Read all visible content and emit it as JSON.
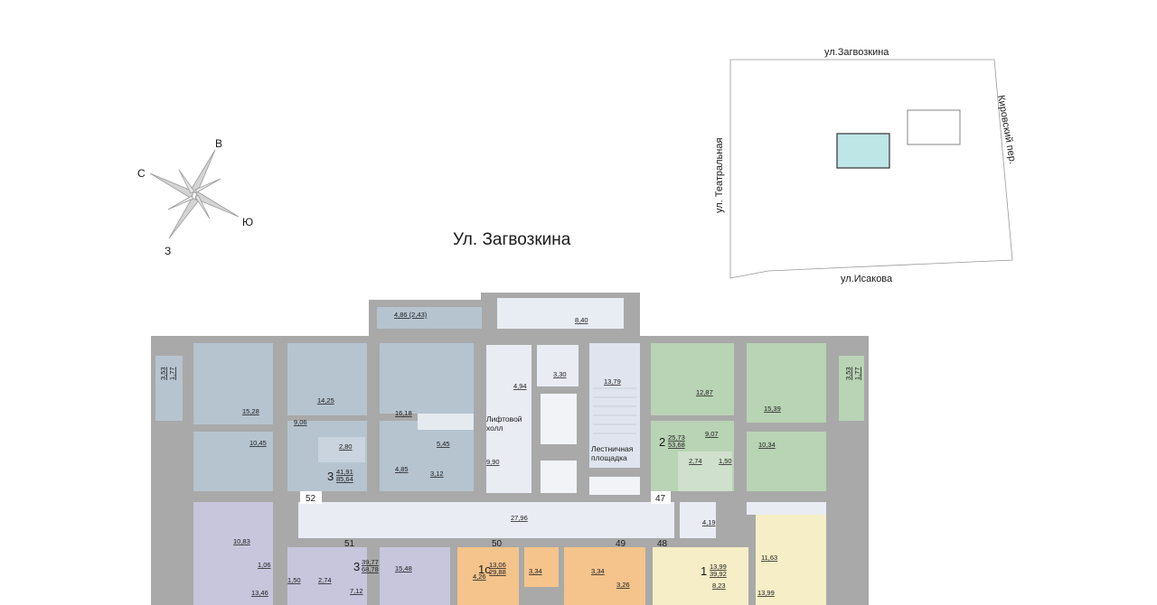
{
  "colors": {
    "wall": "#a9a9a9",
    "apt_blue": "#b6c4d0",
    "apt_green": "#b9d3b5",
    "apt_purple": "#c7c6dd",
    "apt_orange": "#f4c48c",
    "apt_yellow": "#f6eec6",
    "corridor": "#eaecf4",
    "staircase": "#dfe4ee",
    "building_marker": "#bfe6e6"
  },
  "compass": {
    "north": "С",
    "east": "В",
    "south": "Ю",
    "west": "З"
  },
  "main_street": "Ул. Загвозкина",
  "site_plan": {
    "street_top": "ул.Загвозкина",
    "street_left": "ул. Театральная",
    "street_right": "Кировский пер.",
    "street_bottom": "ул.Исакова"
  },
  "rooms": {
    "balcony_top_left": "4,86 (2,43)",
    "balcony_top_right": "8,40",
    "loggia_left_a": "3,53",
    "loggia_left_b": "1,77",
    "loggia_right_a": "3,53",
    "loggia_right_b": "1,77",
    "r1": "15,28",
    "r2": "10,45",
    "r3": "14,25",
    "r4": "9,06",
    "r5": "2,80",
    "r6": "16,18",
    "r7": "5,45",
    "r8": "4,85",
    "r9": "3,12",
    "r10": "4,94",
    "r11": "3,30",
    "r12": "13,79",
    "r13": "9,90",
    "r14": "12,87",
    "r15": "9,07",
    "r16": "15,39",
    "r17": "10,34",
    "r18": "2,74",
    "r19": "1,50",
    "r20": "27,96",
    "r21": "4,19",
    "r22": "11,63",
    "r23": "10,83",
    "r24": "1,06",
    "r25": "13,46",
    "r26": "1,50",
    "r27": "2,74",
    "r28": "7,12",
    "r29": "15,48",
    "r30": "4,26",
    "r31": "3,34",
    "r32": "3,34",
    "r33": "3,26",
    "r34": "8,23",
    "r35": "13,99"
  },
  "labels": {
    "lift_hall_1": "Лифтовой",
    "lift_hall_2": "холл",
    "stair_1": "Лестничная",
    "stair_2": "площадка"
  },
  "apartments": {
    "a52": {
      "num": "52",
      "rooms": "3",
      "living": "41,91",
      "total": "85,64"
    },
    "a47": {
      "num": "47",
      "rooms": "2",
      "living": "25,73",
      "total": "53,68"
    },
    "a51": {
      "num": "51",
      "rooms": "3",
      "living": "39,77",
      "total": "68,78"
    },
    "a50": {
      "num": "50",
      "rooms": "1с",
      "living": "13,06",
      "total": "29,88"
    },
    "a49": {
      "num": "49"
    },
    "a48": {
      "num": "48",
      "rooms": "1",
      "living": "13,99",
      "total": "39,92"
    }
  }
}
